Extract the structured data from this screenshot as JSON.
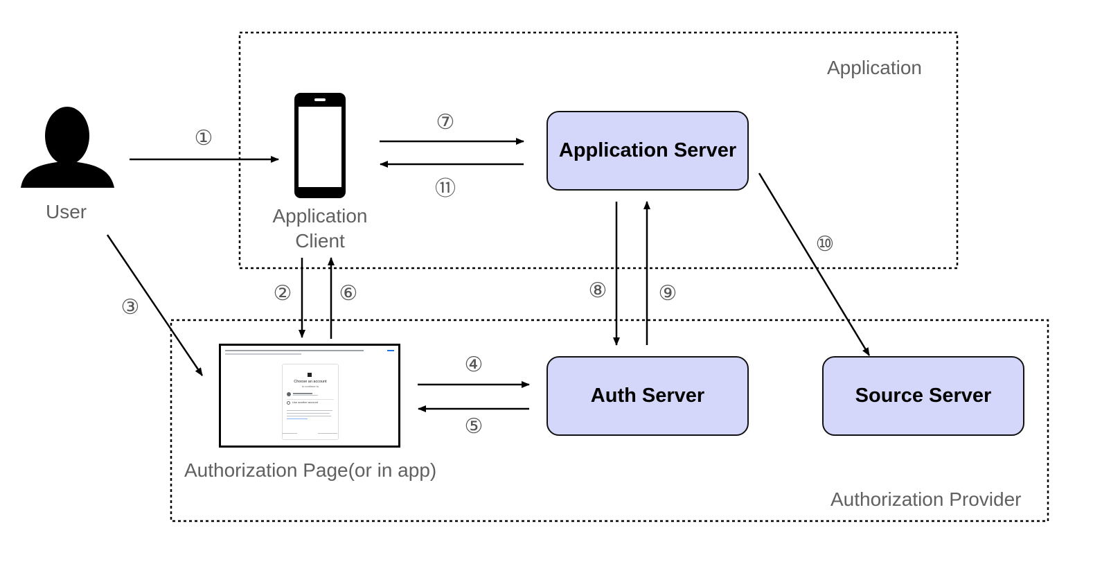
{
  "regions": {
    "application": "Application",
    "provider": "Authorization Provider"
  },
  "actors": {
    "user": "User",
    "client_line1": "Application",
    "client_line2": "Client",
    "auth_page": "Authorization Page(or in app)"
  },
  "servers": {
    "app_server": "Application Server",
    "auth_server": "Auth Server",
    "source_server": "Source Server"
  },
  "steps": [
    "①",
    "②",
    "③",
    "④",
    "⑤",
    "⑥",
    "⑦",
    "⑧",
    "⑨",
    "⑩",
    "⑪"
  ],
  "mock_login": {
    "title": "Choose an account",
    "subtitle": "to continue to",
    "another": "Use another account"
  },
  "colors": {
    "box_fill": "#d4d7fa",
    "stroke": "#111111",
    "label": "#606060"
  }
}
